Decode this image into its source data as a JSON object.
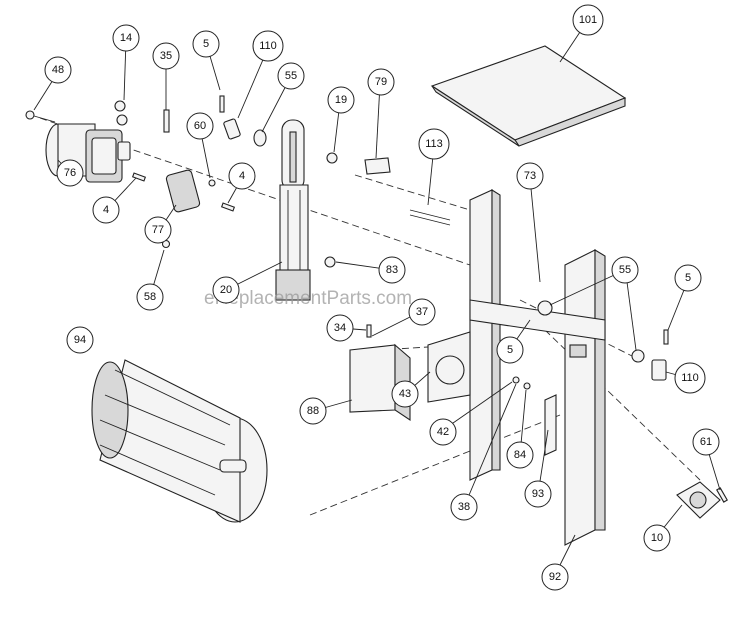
{
  "watermark": "eReplacementParts.com",
  "callouts": [
    {
      "id": "c101",
      "label": "101"
    },
    {
      "id": "c14",
      "label": "14"
    },
    {
      "id": "c35",
      "label": "35"
    },
    {
      "id": "c5a",
      "label": "5"
    },
    {
      "id": "c110a",
      "label": "110"
    },
    {
      "id": "c48",
      "label": "48"
    },
    {
      "id": "c55a",
      "label": "55"
    },
    {
      "id": "c79",
      "label": "79"
    },
    {
      "id": "c19",
      "label": "19"
    },
    {
      "id": "c60",
      "label": "60"
    },
    {
      "id": "c113",
      "label": "113"
    },
    {
      "id": "c76",
      "label": "76"
    },
    {
      "id": "c4a",
      "label": "4"
    },
    {
      "id": "c4b",
      "label": "4"
    },
    {
      "id": "c73",
      "label": "73"
    },
    {
      "id": "c77",
      "label": "77"
    },
    {
      "id": "c83",
      "label": "83"
    },
    {
      "id": "c55b",
      "label": "55"
    },
    {
      "id": "c5b",
      "label": "5"
    },
    {
      "id": "c58",
      "label": "58"
    },
    {
      "id": "c20",
      "label": "20"
    },
    {
      "id": "c37",
      "label": "37"
    },
    {
      "id": "c34",
      "label": "34"
    },
    {
      "id": "c94",
      "label": "94"
    },
    {
      "id": "c5c",
      "label": "5"
    },
    {
      "id": "c43",
      "label": "43"
    },
    {
      "id": "c110b",
      "label": "110"
    },
    {
      "id": "c88",
      "label": "88"
    },
    {
      "id": "c42",
      "label": "42"
    },
    {
      "id": "c84",
      "label": "84"
    },
    {
      "id": "c61",
      "label": "61"
    },
    {
      "id": "c38",
      "label": "38"
    },
    {
      "id": "c93",
      "label": "93"
    },
    {
      "id": "c10",
      "label": "10"
    },
    {
      "id": "c92",
      "label": "92"
    }
  ]
}
